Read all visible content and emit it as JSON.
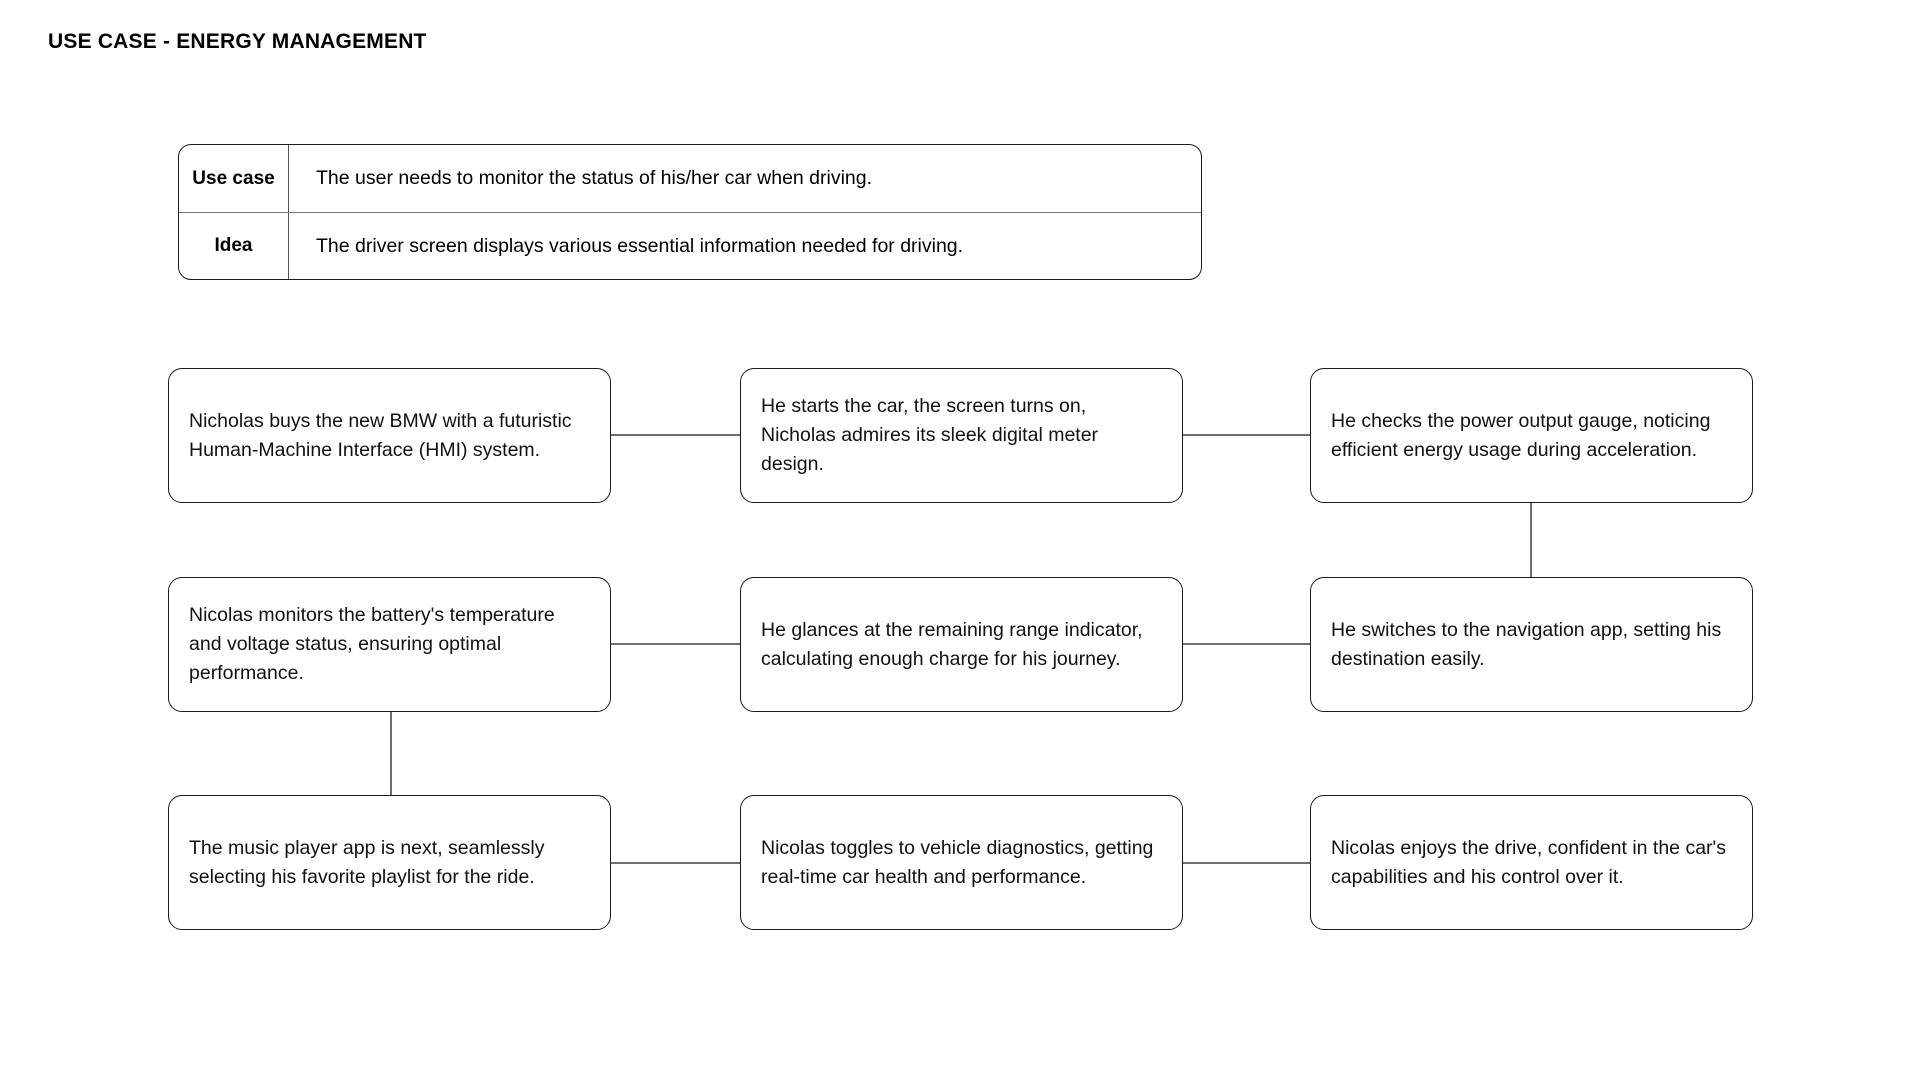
{
  "page": {
    "title": "USE CASE - ENERGY MANAGEMENT",
    "background_color": "#ffffff",
    "text_color": "#000000",
    "border_color": "#1a1a1a",
    "connector_color": "#6e6e6e"
  },
  "table": {
    "rows": [
      {
        "label": "Use case",
        "value": "The user needs to monitor the status of his/her car when driving."
      },
      {
        "label": "Idea",
        "value": "The driver screen displays various essential information needed for driving."
      }
    ]
  },
  "flow": {
    "nodes": [
      {
        "id": "n1",
        "text": "Nicholas buys the new BMW with a futuristic Human-Machine Interface (HMI) system."
      },
      {
        "id": "n2",
        "text": "He starts the car, the screen turns on, Nicholas admires its sleek digital meter design."
      },
      {
        "id": "n3",
        "text": "He checks the power output gauge, noticing efficient energy usage during acceleration."
      },
      {
        "id": "n4",
        "text": " Nicolas monitors the battery's temperature and voltage status, ensuring optimal performance."
      },
      {
        "id": "n5",
        "text": "He glances at the remaining range indicator, calculating enough charge for his journey."
      },
      {
        "id": "n6",
        "text": "He switches to the navigation app, setting his destination easily."
      },
      {
        "id": "n7",
        "text": "The music player app is next, seamlessly selecting his favorite playlist for the ride."
      },
      {
        "id": "n8",
        "text": "Nicolas toggles to vehicle diagnostics, getting real-time car health and performance."
      },
      {
        "id": "n9",
        "text": "Nicolas enjoys the drive, confident in the car's capabilities and his control over it."
      }
    ],
    "edges": [
      {
        "from": "n1",
        "to": "n2",
        "orientation": "horizontal"
      },
      {
        "from": "n2",
        "to": "n3",
        "orientation": "horizontal"
      },
      {
        "from": "n3",
        "to": "n6",
        "orientation": "vertical"
      },
      {
        "from": "n6",
        "to": "n5",
        "orientation": "horizontal"
      },
      {
        "from": "n5",
        "to": "n4",
        "orientation": "horizontal"
      },
      {
        "from": "n4",
        "to": "n7",
        "orientation": "vertical"
      },
      {
        "from": "n7",
        "to": "n8",
        "orientation": "horizontal"
      },
      {
        "from": "n8",
        "to": "n9",
        "orientation": "horizontal"
      }
    ]
  }
}
